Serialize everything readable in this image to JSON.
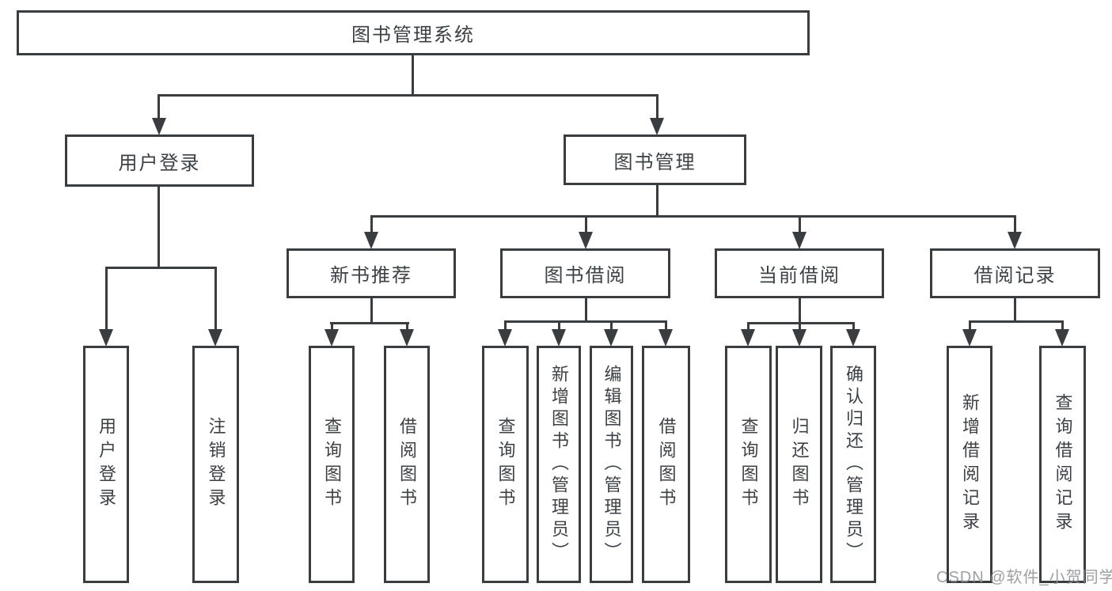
{
  "diagram": {
    "title_node": {
      "label": "图书管理系统"
    },
    "level2": [
      {
        "label": "用户登录"
      },
      {
        "label": "图书管理"
      }
    ],
    "level3": [
      {
        "label": "新书推荐"
      },
      {
        "label": "图书借阅"
      },
      {
        "label": "当前借阅"
      },
      {
        "label": "借阅记录"
      }
    ],
    "leaves": [
      {
        "parent": "用户登录",
        "label": "用户登录"
      },
      {
        "parent": "用户登录",
        "label": "注销登录"
      },
      {
        "parent": "新书推荐",
        "label": "查询图书"
      },
      {
        "parent": "新书推荐",
        "label": "借阅图书"
      },
      {
        "parent": "图书借阅",
        "label": "查询图书"
      },
      {
        "parent": "图书借阅",
        "label": "新增图书（管理员）"
      },
      {
        "parent": "图书借阅",
        "label": "编辑图书（管理员）"
      },
      {
        "parent": "图书借阅",
        "label": "借阅图书"
      },
      {
        "parent": "当前借阅",
        "label": "查询图书"
      },
      {
        "parent": "当前借阅",
        "label": "归还图书"
      },
      {
        "parent": "当前借阅",
        "label": "确认归还（管理员）"
      },
      {
        "parent": "借阅记录",
        "label": "新增借阅记录"
      },
      {
        "parent": "借阅记录",
        "label": "查询借阅记录"
      }
    ]
  },
  "watermark": {
    "text": "CSDN @软件_小贺同学"
  },
  "colors": {
    "line": "#3a3d40",
    "text": "#3c4146",
    "background": "#ffffff",
    "watermark": "#8c8e92"
  }
}
